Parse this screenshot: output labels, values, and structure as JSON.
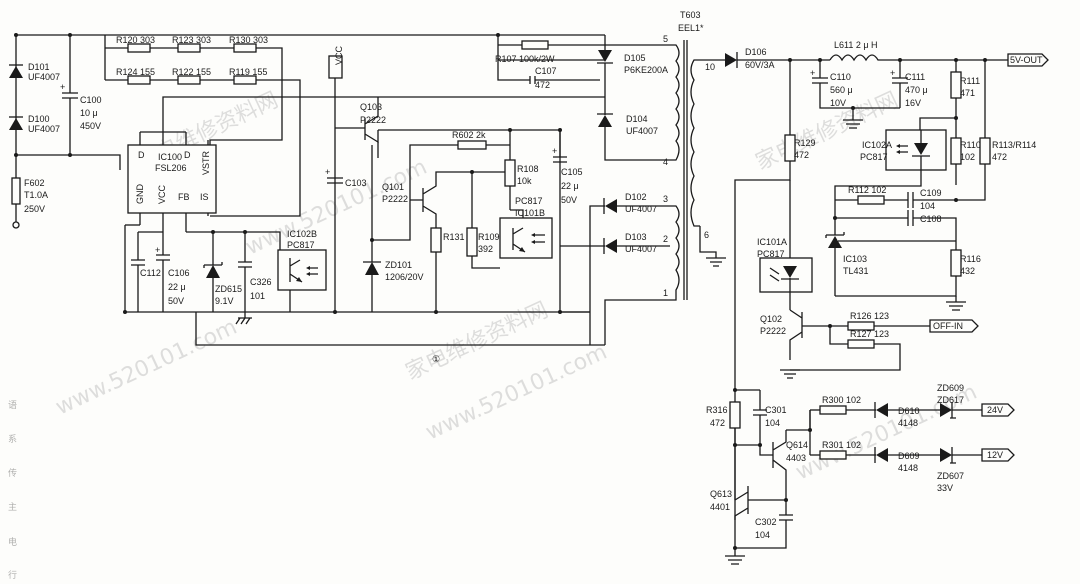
{
  "watermarks": {
    "wm1": "www.520101.com",
    "wm2": "家电维修资料网",
    "wm3": "www.520101.com",
    "wm4": "家电维修资料网",
    "wm5": "www.520101.com",
    "wm6": "家电维修资料网",
    "wm7": "www.520101.com"
  },
  "labels": {
    "d101": [
      "D101",
      "UF4007"
    ],
    "d100": [
      "D100",
      "UF4007"
    ],
    "c100": [
      "C100",
      "10 μ",
      "450V"
    ],
    "f602": [
      "F602",
      "T1.0A",
      "250V"
    ],
    "r120": "R120 303",
    "r123": "R123 303",
    "r130": "R130 303",
    "r124": "R124 155",
    "r122": "R122 155",
    "r119": "R119 155",
    "ic100": [
      "IC100",
      "FSL206"
    ],
    "pins_top": [
      "D",
      "D",
      "D",
      "VSTR"
    ],
    "pins_bot": [
      "GND",
      "VCC",
      "FB",
      "IS"
    ],
    "c112": "C112",
    "c106": [
      "C106",
      "22 μ",
      "50V"
    ],
    "zd615": [
      "ZD615",
      "9.1V"
    ],
    "c326": [
      "C326",
      "101"
    ],
    "ic102b": [
      "IC102B",
      "PC817"
    ],
    "vcc": "VCC",
    "q103": [
      "Q103",
      "P2222"
    ],
    "c103": "C103",
    "zd101": [
      "ZD101",
      "1206/20V"
    ],
    "q101": [
      "Q101",
      "P2222"
    ],
    "r602": "R602 2k",
    "r131": "R131",
    "r109": [
      "R109",
      "392"
    ],
    "r108": [
      "R108",
      "10k"
    ],
    "ic101b": [
      "PC817",
      "IC101B"
    ],
    "c105": [
      "C105",
      "22 μ",
      "50V"
    ],
    "r107": "R107 100k/2W",
    "c107": [
      "C107",
      "472"
    ],
    "d105": [
      "D105",
      "P6KE200A"
    ],
    "d104": [
      "D104",
      "UF4007"
    ],
    "d102": [
      "D102",
      "UF4007"
    ],
    "d103": [
      "D103",
      "UF4007"
    ],
    "t603": [
      "T603",
      "EEL1*"
    ],
    "pins_t": [
      "5",
      "4",
      "3",
      "2",
      "1",
      "10",
      "6"
    ],
    "d106": [
      "D106",
      "60V/3A"
    ],
    "l611": "L611 2 μ H",
    "c110": [
      "C110",
      "560 μ",
      "10V"
    ],
    "c111": [
      "C111",
      "470 μ",
      "16V"
    ],
    "out5v": "5V-OUT",
    "r111": [
      "R111",
      "471"
    ],
    "r110": [
      "R110",
      "102"
    ],
    "r113": [
      "R113/R114",
      "472"
    ],
    "r129": [
      "R129",
      "472"
    ],
    "ic102a": [
      "IC102A",
      "PC817"
    ],
    "r112": "R112 102",
    "c109": [
      "C109",
      "104"
    ],
    "c108": "C108",
    "ic103": [
      "IC103",
      "TL431"
    ],
    "r116": [
      "R116",
      "432"
    ],
    "ic101a": [
      "IC101A",
      "PC817"
    ],
    "q102": [
      "Q102",
      "P2222"
    ],
    "r126": "R126 123",
    "r127": "R127 123",
    "offin": "OFF-IN",
    "marker": "①",
    "r316": [
      "R316",
      "472"
    ],
    "c301": [
      "C301",
      "104"
    ],
    "r300": "R300 102",
    "d610": [
      "D610",
      "4148"
    ],
    "zd609": [
      "ZD609",
      "ZD617"
    ],
    "out24": "24V",
    "r301": "R301 102",
    "d609": [
      "D609",
      "4148"
    ],
    "zd607": [
      "ZD607",
      "33V"
    ],
    "out12": "12V",
    "q614": [
      "Q614",
      "4403"
    ],
    "q613": [
      "Q613",
      "4401"
    ],
    "c302": [
      "C302",
      "104"
    ],
    "margin": [
      "语",
      "系",
      "传",
      "主",
      "电",
      "行"
    ]
  }
}
